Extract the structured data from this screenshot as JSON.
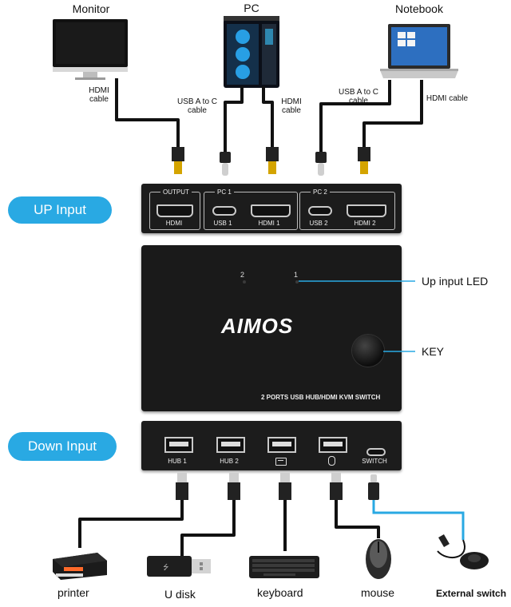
{
  "top_devices": {
    "monitor": "Monitor",
    "pc": "PC",
    "notebook": "Notebook"
  },
  "cables": {
    "hdmi_monitor": [
      "HDMI",
      "cable"
    ],
    "usb_pc": [
      "USB A to C",
      "cable"
    ],
    "hdmi_pc": [
      "HDMI",
      "cable"
    ],
    "usb_notebook": [
      "USB A to C",
      "cable"
    ],
    "hdmi_notebook": "HDMI cable"
  },
  "up_panel": {
    "pill": "UP Input",
    "groups": [
      "OUTPUT",
      "PC 1",
      "PC 2"
    ],
    "ports": [
      "HDMI",
      "USB 1",
      "HDMI 1",
      "USB 2",
      "HDMI 2"
    ]
  },
  "switch_box": {
    "logo": "AIMOS",
    "led_2": "2",
    "led_1": "1",
    "caption": "2 PORTS USB HUB/HDMI KVM SWITCH",
    "callout_led": "Up input LED",
    "callout_key": "KEY"
  },
  "down_panel": {
    "pill": "Down Input",
    "ports": [
      "HUB 1",
      "HUB 2",
      "keyboard-icon",
      "mouse-icon",
      "SWITCH"
    ]
  },
  "bottom_devices": {
    "printer": "printer",
    "udisk": "U disk",
    "keyboard": "keyboard",
    "mouse": "mouse",
    "external": "External switch"
  },
  "colors": {
    "pill": "#29a9e3",
    "logo_green": "#8dc63f",
    "panel": "#1c1c1c",
    "callout_line": "#29a9e3"
  }
}
